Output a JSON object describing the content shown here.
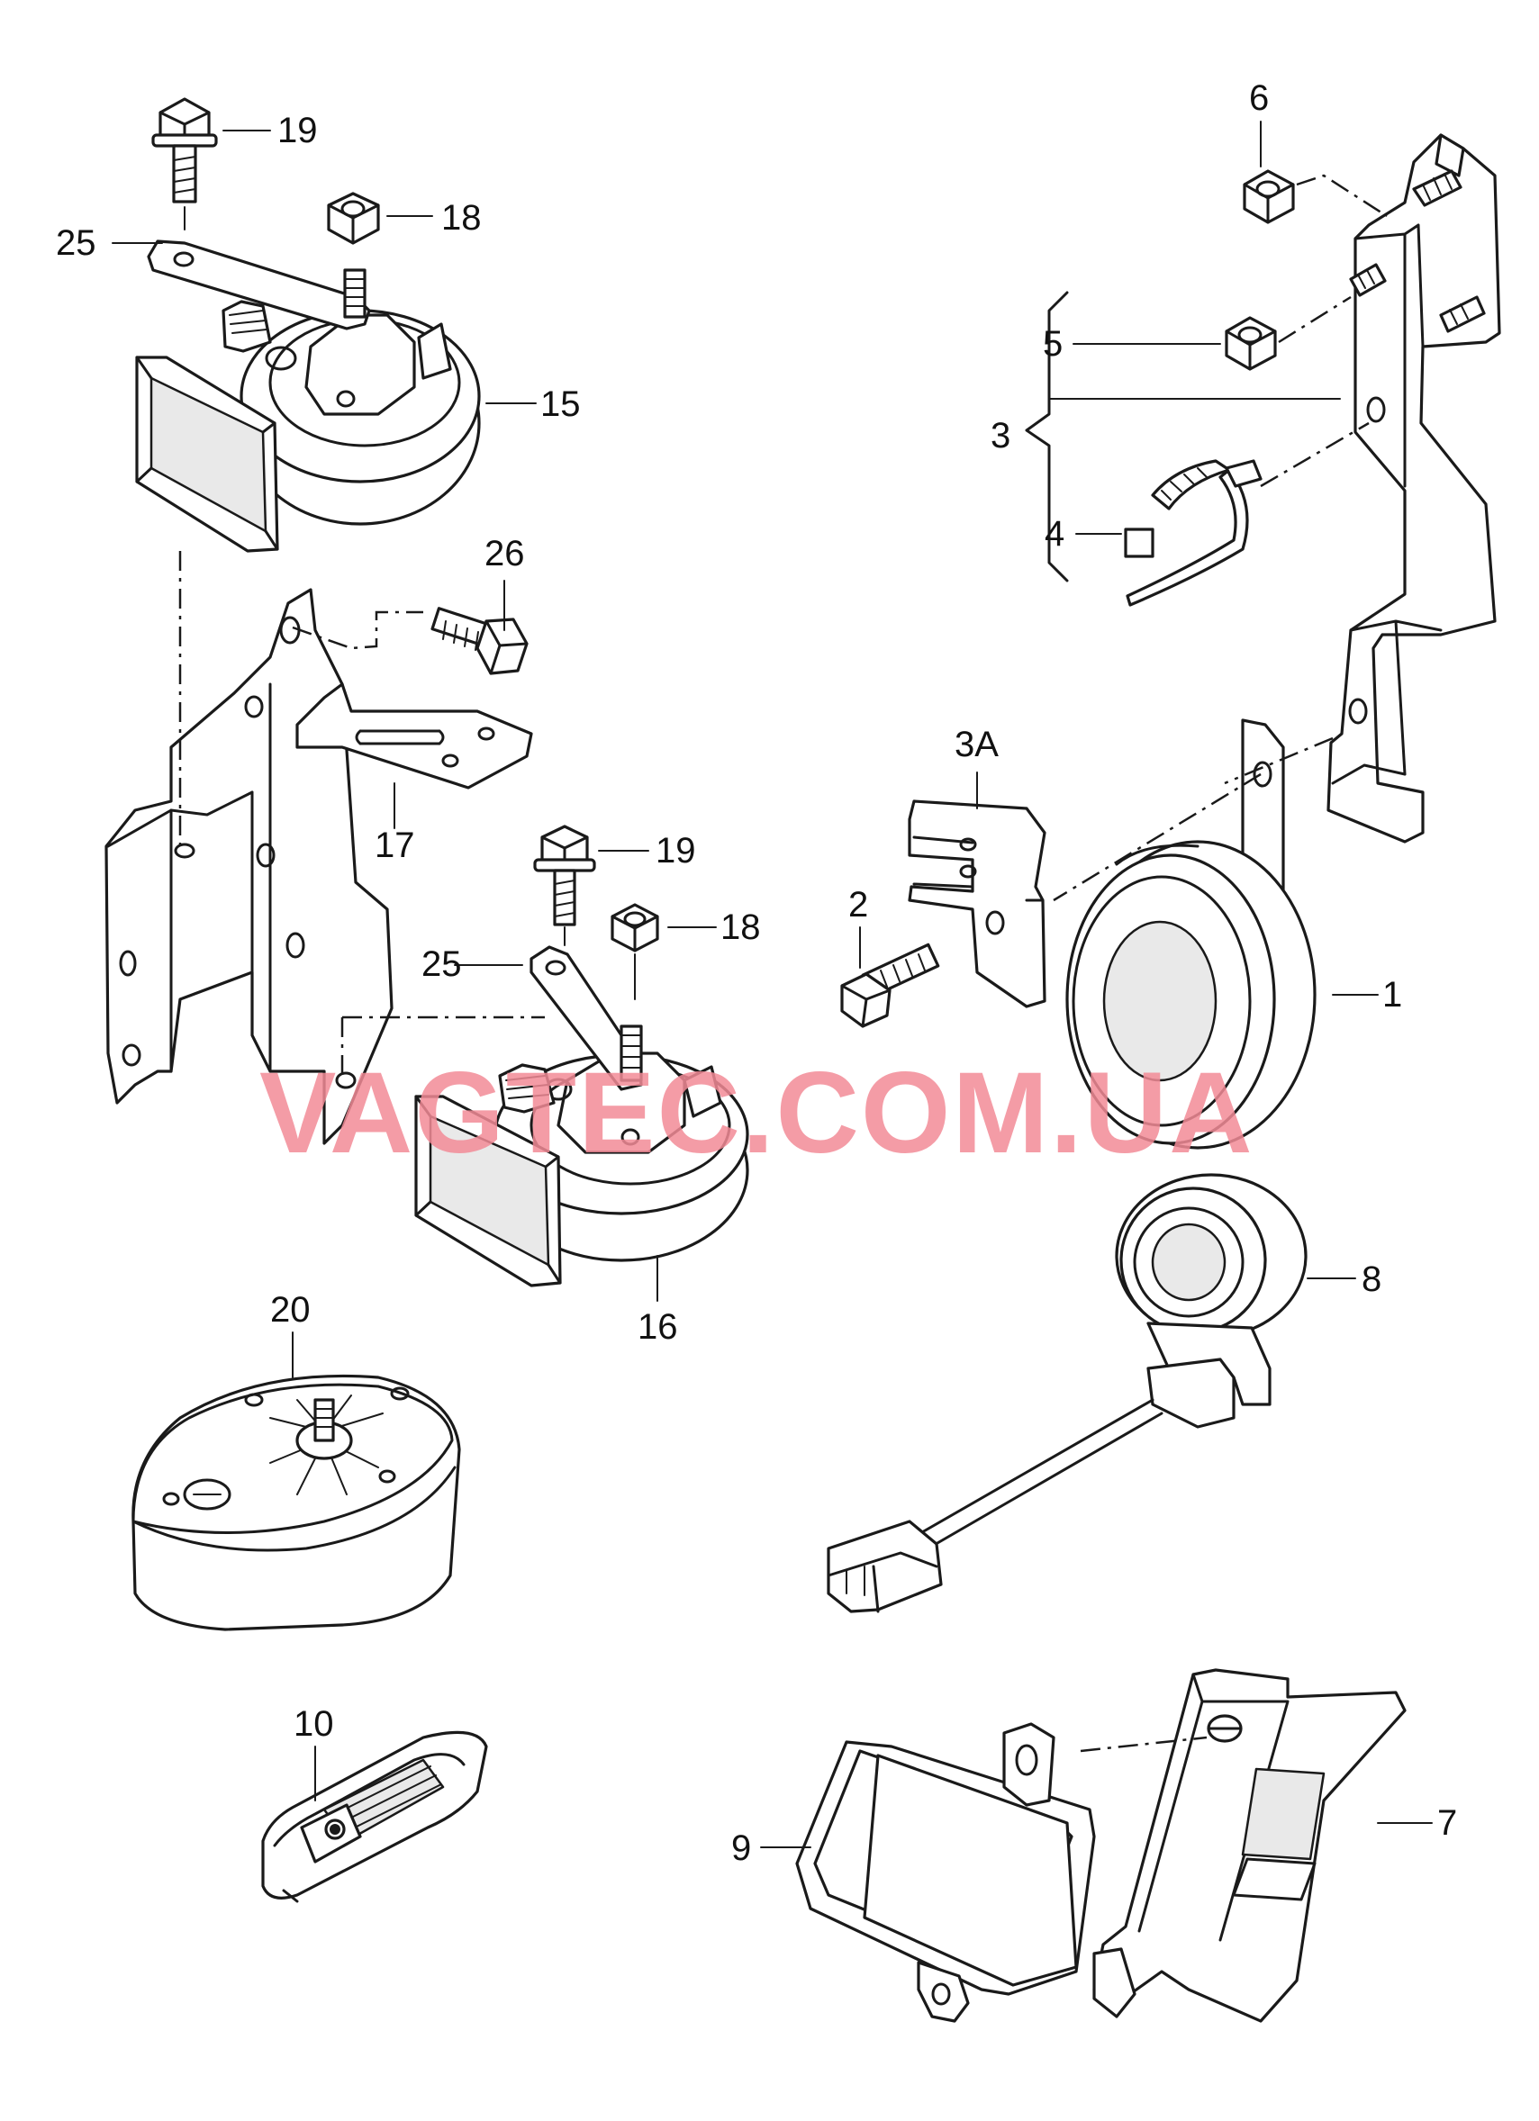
{
  "watermark": {
    "text": "VAGTEC.COM.UA",
    "color": "#f28b96"
  },
  "callouts": {
    "p19a": "19",
    "p18a": "18",
    "p25a": "25",
    "p15": "15",
    "p26": "26",
    "p17": "17",
    "p19b": "19",
    "p18b": "18",
    "p25b": "25",
    "p16": "16",
    "p6": "6",
    "p5": "5",
    "p3": "3",
    "p4": "4",
    "p3a": "3A",
    "p2": "2",
    "p1": "1",
    "p8": "8",
    "p20": "20",
    "p10": "10",
    "p9": "9",
    "p7": "7"
  }
}
